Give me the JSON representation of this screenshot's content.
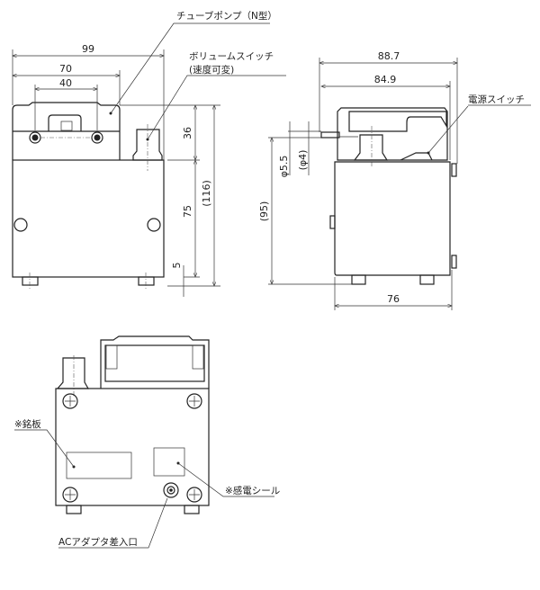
{
  "front_view": {
    "labels": {
      "tube_pump": "チューブポンプ（N型）",
      "volume_switch": "ボリュームスイッチ",
      "speed_variable": "(速度可変)"
    },
    "dims": {
      "width_total": "99",
      "width_pump": "70",
      "width_screws": "40",
      "h_pump": "36",
      "h_body": "75",
      "h_feet": "5",
      "h_total": "(116)"
    }
  },
  "side_view": {
    "labels": {
      "power_switch": "電源スイッチ"
    },
    "dims": {
      "w_total": "88.7",
      "w_body_top": "84.9",
      "h_tube": "(95)",
      "tube_od": "φ5.5",
      "tube_id": "(φ4)",
      "depth": "76"
    }
  },
  "bottom_view": {
    "labels": {
      "name_plate": "※銘板",
      "shock_seal": "※感電シール",
      "ac_adapter": "ACアダプタ差入口"
    }
  }
}
